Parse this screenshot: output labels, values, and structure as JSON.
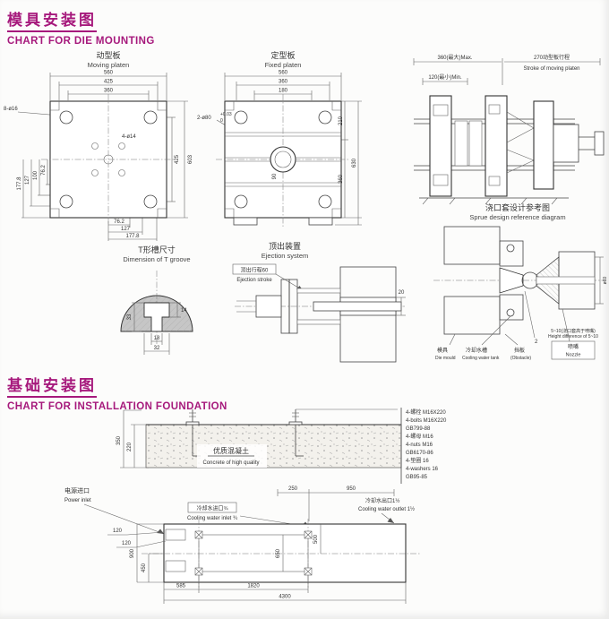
{
  "accent": "#a6197c",
  "headers": {
    "die_mounting_cn": "模具安装图",
    "die_mounting_en": "CHART FOR DIE MOUNTING",
    "foundation_cn": "基础安装图",
    "foundation_en": "CHART FOR INSTALLATION FOUNDATION"
  },
  "moving_platen": {
    "title_cn": "动型板",
    "title_en": "Moving platen",
    "dims": {
      "w560": "560",
      "w425": "425",
      "w360": "360",
      "holes8": "8-ø16",
      "holes4": "4-ø14",
      "l177": "177.8",
      "l127": "127",
      "l100": "100",
      "l76": "76.2",
      "r425": "425",
      "r603": "603",
      "b76": "76.2",
      "b127": "127",
      "b177": "177.8"
    }
  },
  "fixed_platen": {
    "title_cn": "定型板",
    "title_en": "Fixed platen",
    "dims": {
      "w560": "560",
      "w360": "360",
      "w180": "180",
      "bore": "2-ø80",
      "tol_hi": "+0.03",
      "tol_lo": "0",
      "c90": "90",
      "r210": "210",
      "r360": "360",
      "r630": "630"
    }
  },
  "side_view": {
    "max": "360(最大)Max.",
    "min": "120(最小)Min.",
    "stroke_cn": "270动型板行程",
    "stroke_en": "Stroke of moving platen"
  },
  "t_groove": {
    "title_cn": "T形槽尺寸",
    "title_en": "Dimension of T groove",
    "d14": "14",
    "d33": "33",
    "d18": "18",
    "d32": "32"
  },
  "ejection": {
    "title_cn": "顶出装置",
    "title_en": "Ejection system",
    "stroke_cn": "顶出行程60",
    "stroke_en": "Ejection stroke",
    "d20": "20"
  },
  "sprue": {
    "title_cn": "浇口套设计参考图",
    "title_en": "Sprue design reference diagram",
    "die_cn": "模具",
    "die_en": "Die mould",
    "water_cn": "冷却水槽",
    "water_en": "Cooling water tank",
    "baffle_cn": "挡板",
    "baffle_en": "(Obstacle)",
    "nozzle_cn": "喷嘴",
    "nozzle_en": "Nozzle",
    "gap": "2",
    "bore": "ø60",
    "note_cn": "5~10(浇口套高于喷嘴)",
    "note_en": "Height difference of 5~10"
  },
  "foundation": {
    "d350": "350",
    "d220": "220",
    "concrete_cn": "优质混凝土",
    "concrete_en": "Concrete of high quality",
    "bom": [
      "4-螺栓 M16X220",
      "4-bolts M16X220",
      "GB799-88",
      "4-螺母 M16",
      "4-nuts M16",
      "GB6170-86",
      "4-垫圈 16",
      "4-washers 16",
      "GB95-85"
    ]
  },
  "plan": {
    "power_cn": "电源进口",
    "power_en": "Power inlet",
    "d250": "250",
    "d950": "950",
    "inlet_cn": "冷却水进口¾",
    "inlet_en": "Cooling water inlet ¾",
    "outlet_cn": "冷却水出口1½",
    "outlet_en": "Cooling water outlet 1½",
    "d120a": "120",
    "d120b": "120",
    "d650": "650",
    "d500": "500",
    "d900": "900",
    "d450": "450",
    "d585": "585",
    "d1820": "1820",
    "d4300": "4300"
  }
}
